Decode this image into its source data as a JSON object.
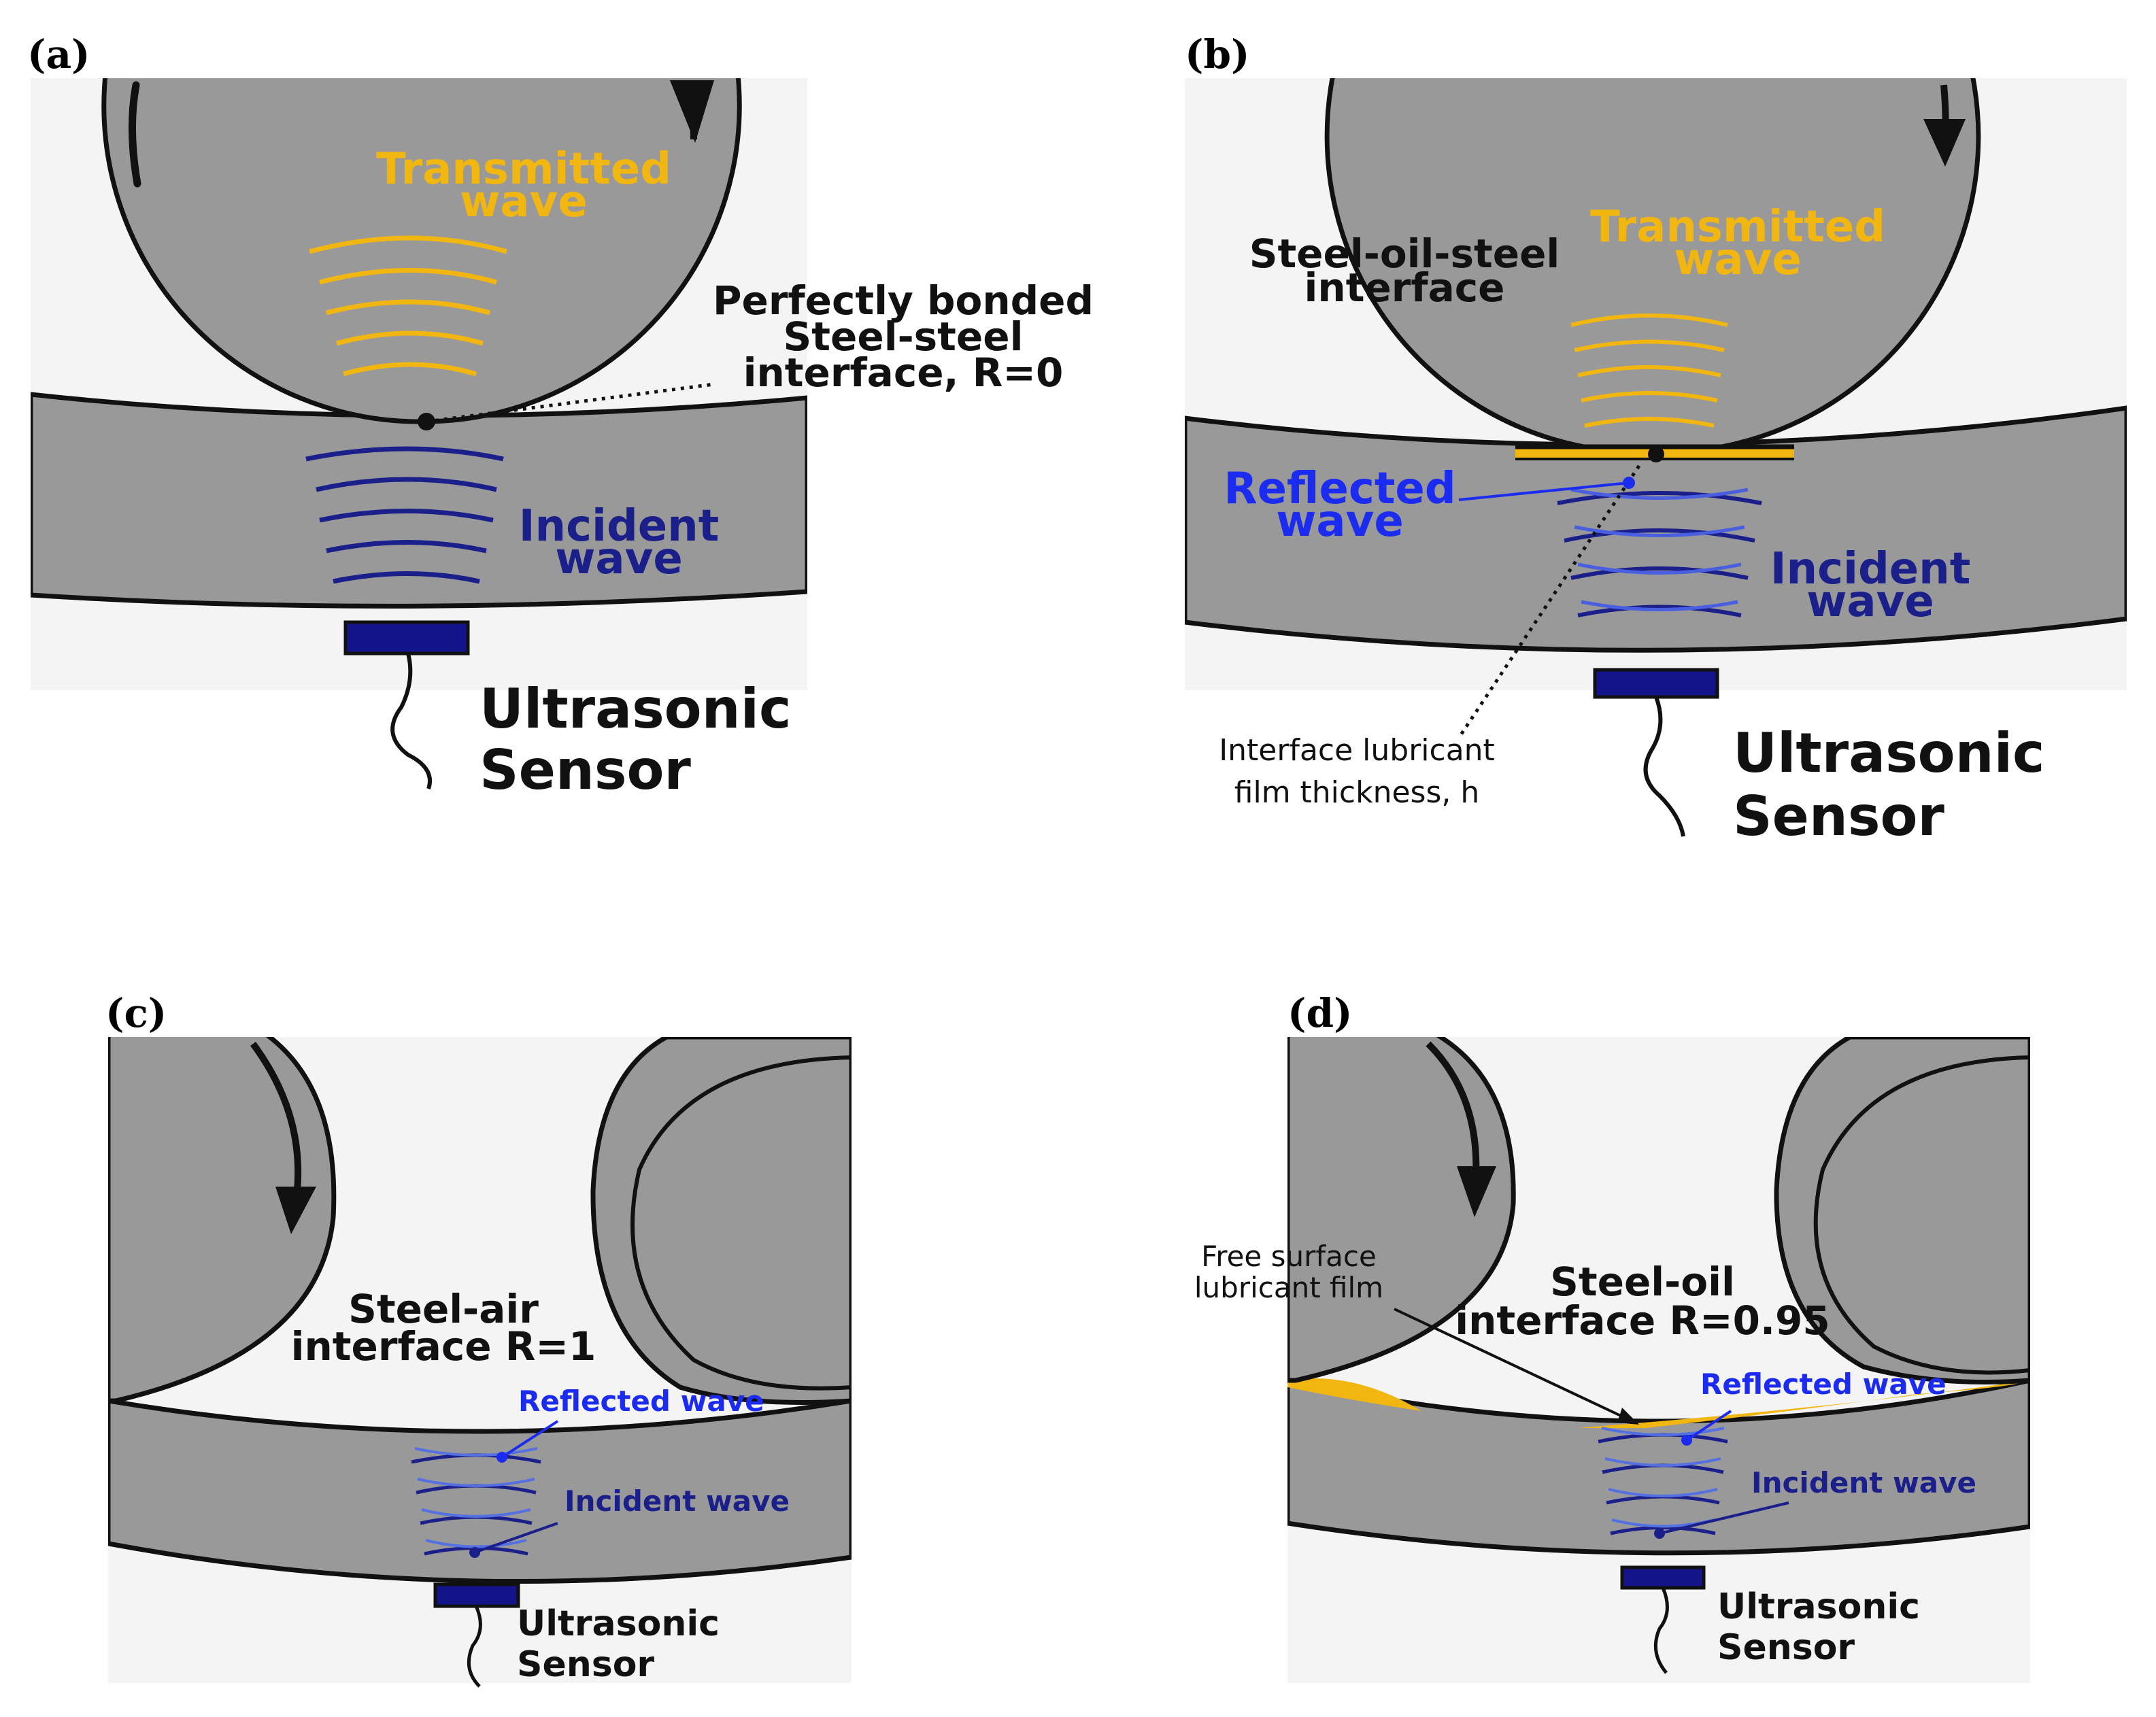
{
  "colors": {
    "steel": "#999999",
    "background": "#f4f4f4",
    "transmitted": "#f2b610",
    "incident": "#1b1f8a",
    "reflected": "#1c2bf0",
    "lubricant": "#f2b610"
  },
  "panels": {
    "a": {
      "label": "(a)",
      "transmitted": [
        "Transmitted",
        "wave"
      ],
      "interface": [
        "Perfectly bonded",
        "Steel-steel",
        "interface, R=0"
      ],
      "incident": [
        "Incident",
        "wave"
      ],
      "sensor": [
        "Ultrasonic",
        "Sensor"
      ]
    },
    "b": {
      "label": "(b)",
      "transmitted": [
        "Transmitted",
        "wave"
      ],
      "interface": [
        "Steel-oil-steel",
        "interface"
      ],
      "reflected": [
        "Reflected",
        "wave"
      ],
      "incident": [
        "Incident",
        "wave"
      ],
      "film": [
        "Interface lubricant",
        "film thickness, h"
      ],
      "sensor": [
        "Ultrasonic",
        "Sensor"
      ]
    },
    "c": {
      "label": "(c)",
      "interface": [
        "Steel-air",
        "interface R=1"
      ],
      "reflected": "Reflected wave",
      "incident": "Incident wave",
      "sensor": [
        "Ultrasonic",
        "Sensor"
      ]
    },
    "d": {
      "label": "(d)",
      "film": [
        "Free surface",
        "lubricant film"
      ],
      "interface": [
        "Steel-oil",
        "interface R=0.95"
      ],
      "reflected": "Reflected wave",
      "incident": "Incident wave",
      "sensor": [
        "Ultrasonic",
        "Sensor"
      ]
    }
  }
}
